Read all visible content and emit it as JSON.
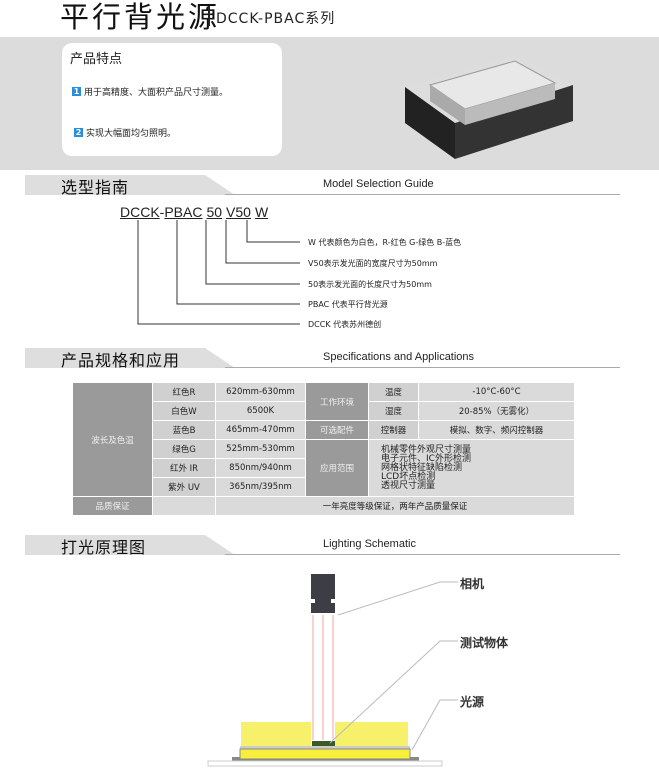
{
  "header": {
    "title": "平行背光源",
    "subtitle": "DCCK-PBAC系列"
  },
  "features": {
    "title": "产品特点",
    "items": [
      {
        "num": "1",
        "text": "用于高精度、大面积产品尺寸测量。"
      },
      {
        "num": "2",
        "text": "实现大幅面均匀照明。"
      }
    ]
  },
  "model_guide": {
    "title_zh": "选型指南",
    "title_en": "Model Selection Guide",
    "code_parts": [
      "DCCK",
      "-",
      "PBAC",
      "50",
      "V50",
      "W"
    ],
    "explanations": [
      "W 代表颜色为白色，R-红色 G-绿色 B-蓝色",
      "V50表示发光面的宽度尺寸为50mm",
      "50表示发光面的长度尺寸为50mm",
      "PBAC 代表平行背光源",
      "DCCK 代表苏州德创"
    ]
  },
  "specs": {
    "title_zh": "产品规格和应用",
    "title_en": "Specifications and Applications",
    "wavelength_label": "波长及色温",
    "wavelengths": [
      {
        "name": "红色R",
        "value": "620mm-630mm"
      },
      {
        "name": "白色W",
        "value": "6500K"
      },
      {
        "name": "蓝色B",
        "value": "465mm-470mm"
      },
      {
        "name": "绿色G",
        "value": "525mm-530mm"
      },
      {
        "name": "红外 IR",
        "value": "850nm/940nm"
      },
      {
        "name": "紫外 UV",
        "value": "365nm/395nm"
      }
    ],
    "env_label": "工作环境",
    "temp_label": "温度",
    "temp_value": "-10°C-60°C",
    "humidity_label": "湿度",
    "humidity_value": "20-85%（无雾化）",
    "accessory_label": "可选配件",
    "controller_label": "控制器",
    "controller_value": "模拟、数字、频闪控制器",
    "application_label": "应用范围",
    "applications": [
      "机械零件外观尺寸测量",
      "电子元件、IC外形检测",
      "网格状特征缺陷检测",
      "LCD坏点检测",
      "透视尺寸测量"
    ],
    "quality_label": "品质保证",
    "quality_value": "一年亮度等级保证，两年产品质量保证"
  },
  "lighting": {
    "title_zh": "打光原理图",
    "title_en": "Lighting Schematic",
    "labels": [
      "相机",
      "测试物体",
      "光源"
    ]
  }
}
